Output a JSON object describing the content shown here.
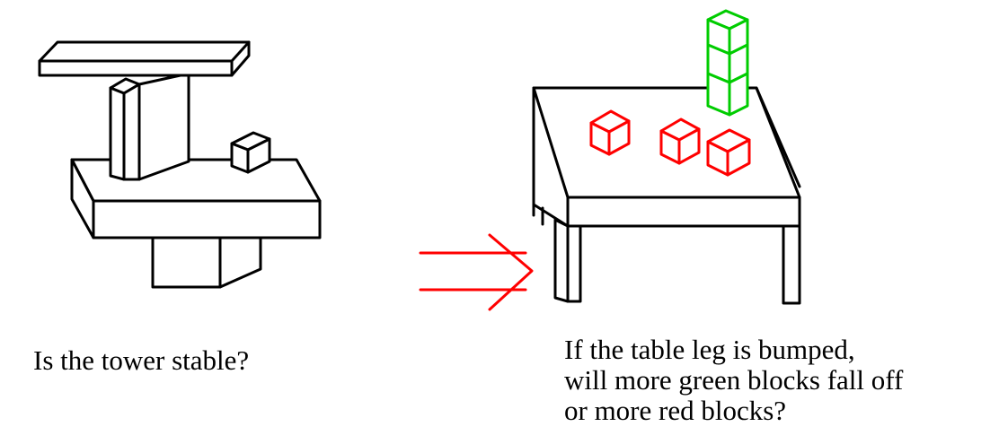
{
  "left_panel": {
    "caption": "Is the tower stable?"
  },
  "right_panel": {
    "caption_lines": [
      "If the table leg is bumped,",
      "will more green blocks fall off",
      "or more red blocks?"
    ]
  },
  "colors": {
    "ink": "#000000",
    "red": "#ff0000",
    "green": "#00cc00",
    "background": "#ffffff"
  }
}
